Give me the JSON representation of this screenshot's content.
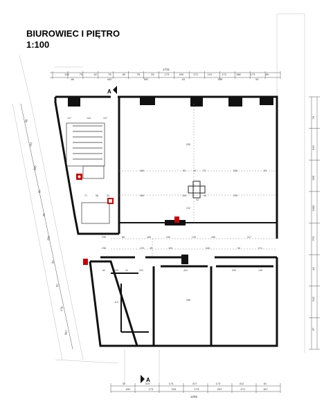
{
  "title": "BIUROWIEC I PIĘTRO",
  "scale": "1:100",
  "section_mark": "A",
  "top_dims_row1": [
    "128",
    "79",
    "62",
    "78",
    "60",
    "78",
    "26",
    "173",
    "160",
    "173",
    "131",
    "172",
    "188",
    "173",
    "89"
  ],
  "top_dims_row2": [
    "66",
    "432",
    "587",
    "43",
    "556",
    "54"
  ],
  "top_total": "1731",
  "bottom_dims_row1": [
    "32",
    "319",
    "173",
    "417",
    "173",
    "412",
    "61"
  ],
  "bottom_dims_row2": [
    "163",
    "173",
    "234",
    "173",
    "202",
    "173",
    "167"
  ],
  "bottom_total": "1266",
  "right_dims": [
    "76",
    "616",
    "285",
    "1600",
    "270",
    "44",
    "542",
    "67"
  ],
  "left_dims": [
    "88",
    "151",
    "590",
    "90",
    "38",
    "165",
    "92",
    "92",
    "178",
    "897"
  ],
  "interior_dims": [
    "127",
    "144",
    "127",
    "465",
    "90",
    "43",
    "79",
    "395",
    "83",
    "465",
    "105",
    "64",
    "395",
    "535",
    "212",
    "42",
    "71",
    "56",
    "53",
    "236",
    "88",
    "165",
    "240",
    "129",
    "160",
    "417",
    "238",
    "175",
    "35",
    "193",
    "345",
    "90",
    "271",
    "62",
    "120",
    "41",
    "201",
    "424",
    "293",
    "149",
    "113",
    "556"
  ],
  "colors": {
    "wall": "#111111",
    "line": "#555555",
    "sign": "#cc0000"
  },
  "icons": [
    "fire-extinguisher-icon",
    "hydrant-icon",
    "section-arrow-icon"
  ]
}
